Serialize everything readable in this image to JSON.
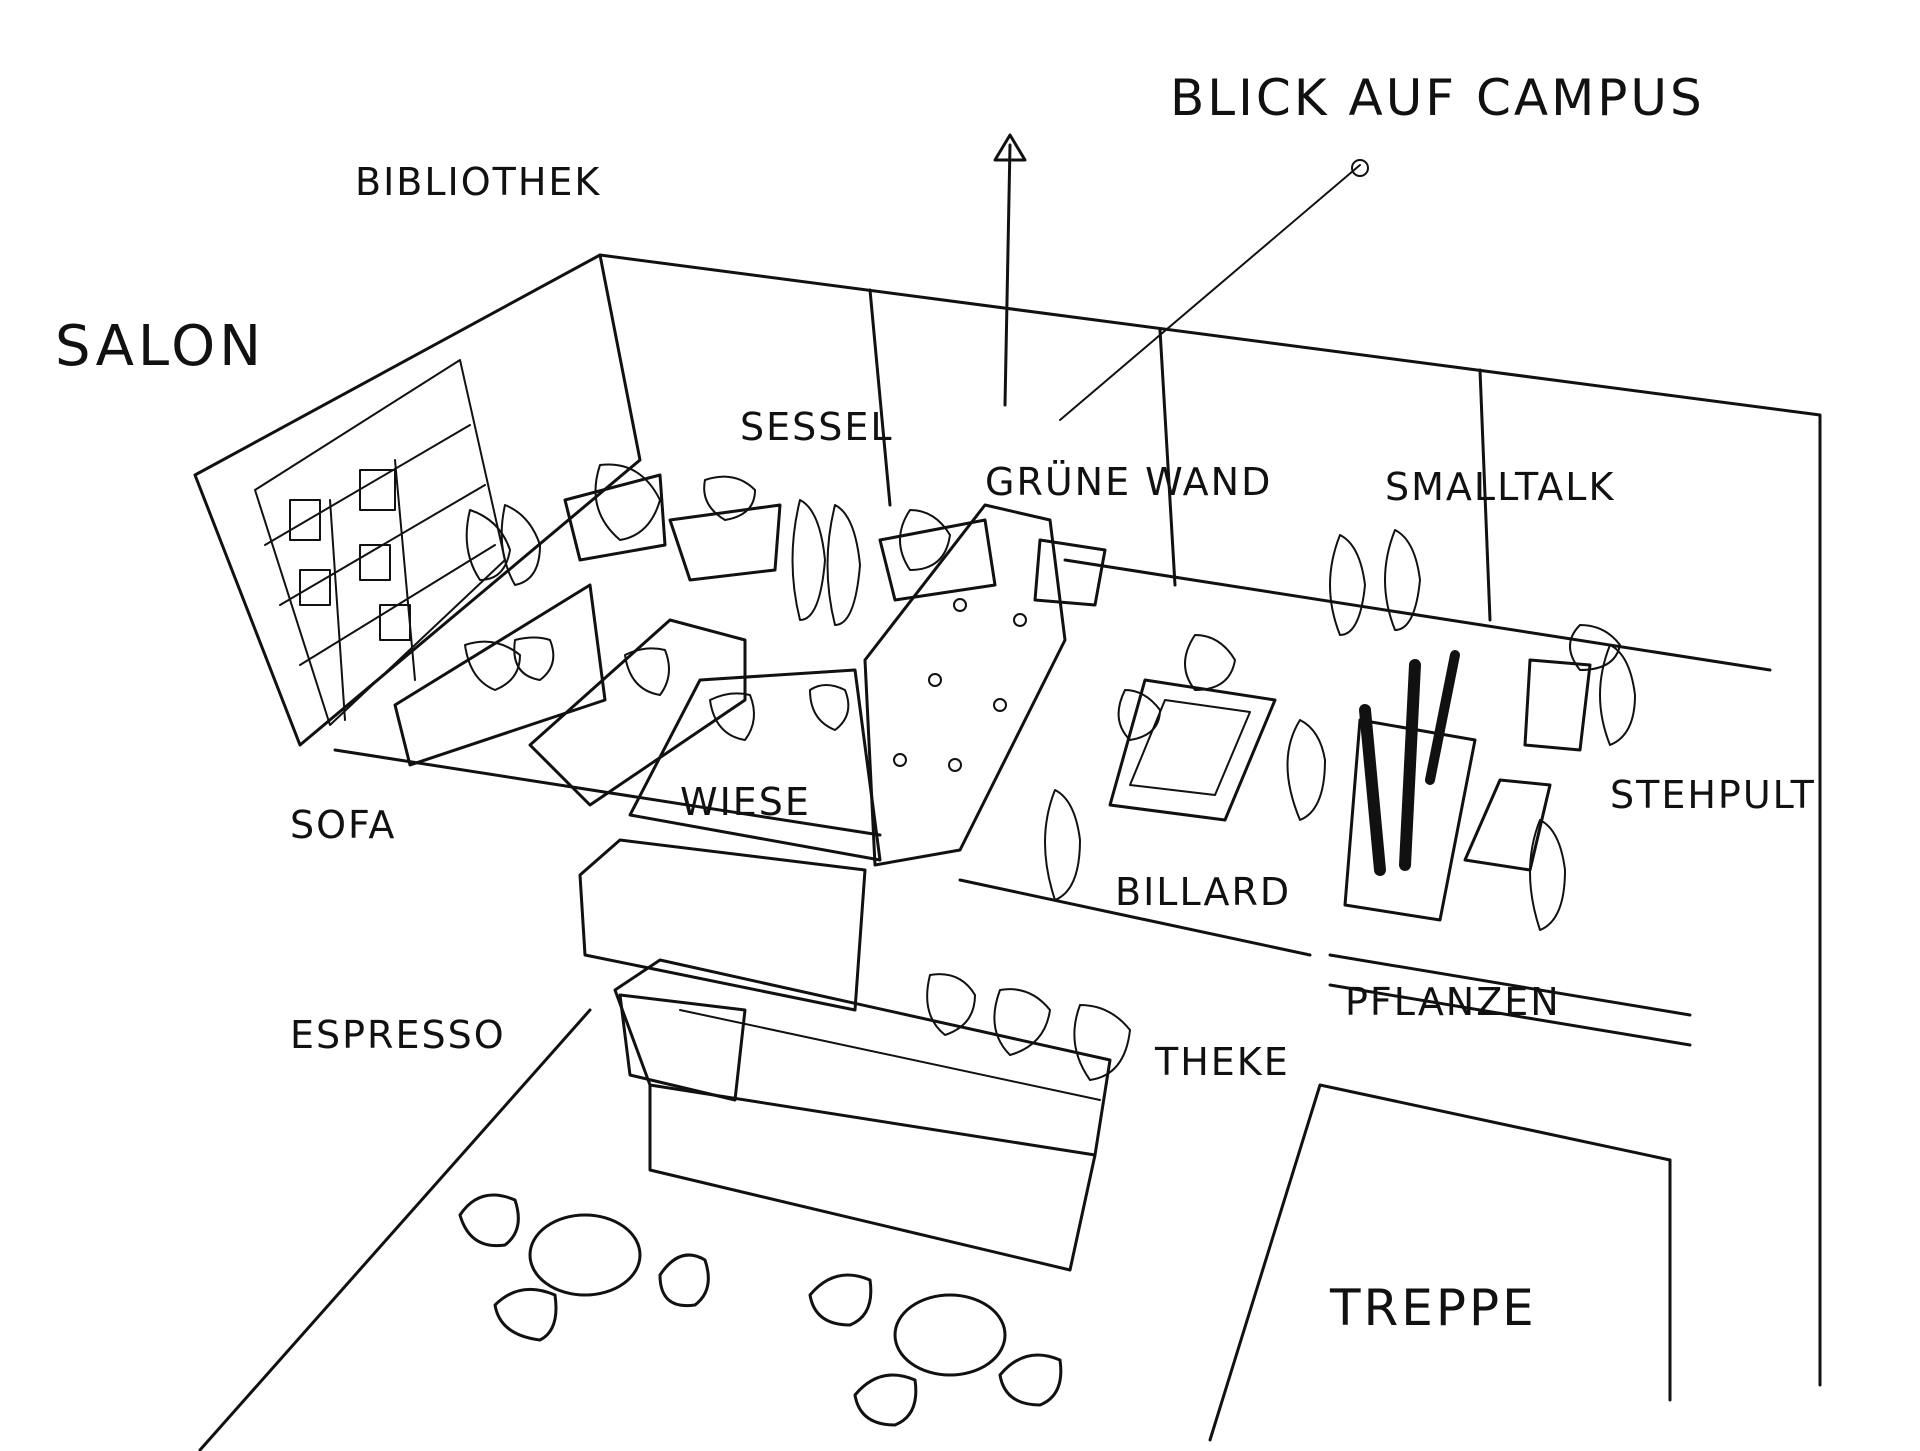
{
  "labels": {
    "blick": "BLICK AUF CAMPUS",
    "bibliothek": "BIBLIOTHEK",
    "salon": "SALON",
    "sessel": "SESSEL",
    "gruene_wand": "GRÜNE WAND",
    "smalltalk": "SMALLTALK",
    "sofa": "SOFA",
    "wiese": "WIESE",
    "billard": "BILLARD",
    "stehpult": "STEHPULT",
    "espresso": "ESPRESSO",
    "pflanzen": "PFLANZEN",
    "theke": "THEKE",
    "treppe": "TREPPE"
  },
  "colors": {
    "people": "#1f64c0",
    "wood": "#b48a60",
    "sofa": "#9a9ca0",
    "green_wall": "#4cc63a",
    "billiard": "#3aa845",
    "meadow": "#f08a10",
    "chairs": "#f0a020",
    "tables": "#c09a70",
    "planter": "#6fb83a"
  }
}
